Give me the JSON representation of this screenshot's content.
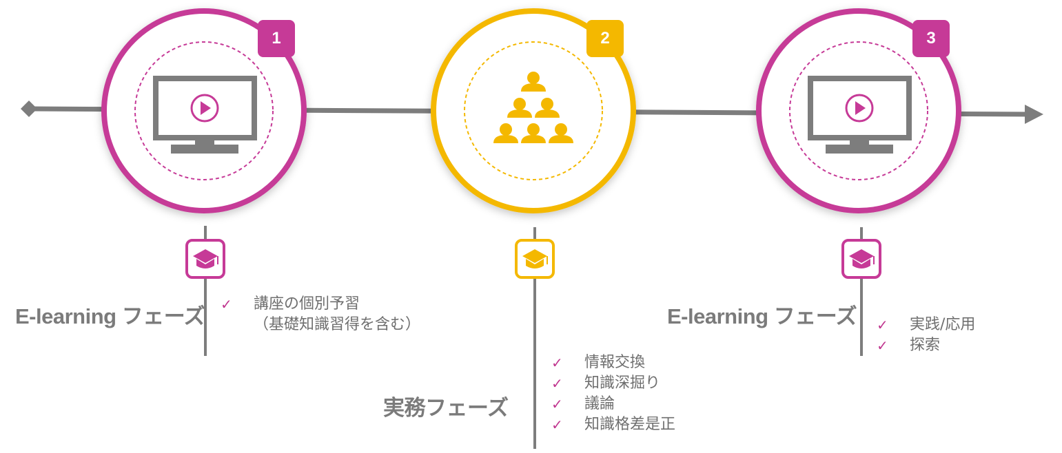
{
  "colors": {
    "magenta": "#c63a97",
    "yellow": "#f4b800",
    "gray": "#808080",
    "text": "#6f6f6f"
  },
  "phases": [
    {
      "number": "1",
      "icon": "monitor-play-icon",
      "title": "E-learning フェーズ",
      "items": [
        "講座の個別予習"
      ],
      "sub_item": "（基礎知識習得を含む）"
    },
    {
      "number": "2",
      "icon": "group-people-icon",
      "title": "実務フェーズ",
      "items": [
        "情報交換",
        "知識深掘り",
        "議論",
        "知識格差是正"
      ]
    },
    {
      "number": "3",
      "icon": "monitor-play-icon",
      "title": "E-learning フェーズ",
      "items": [
        "実践/応用",
        "探索"
      ]
    }
  ],
  "check_mark": "✓"
}
